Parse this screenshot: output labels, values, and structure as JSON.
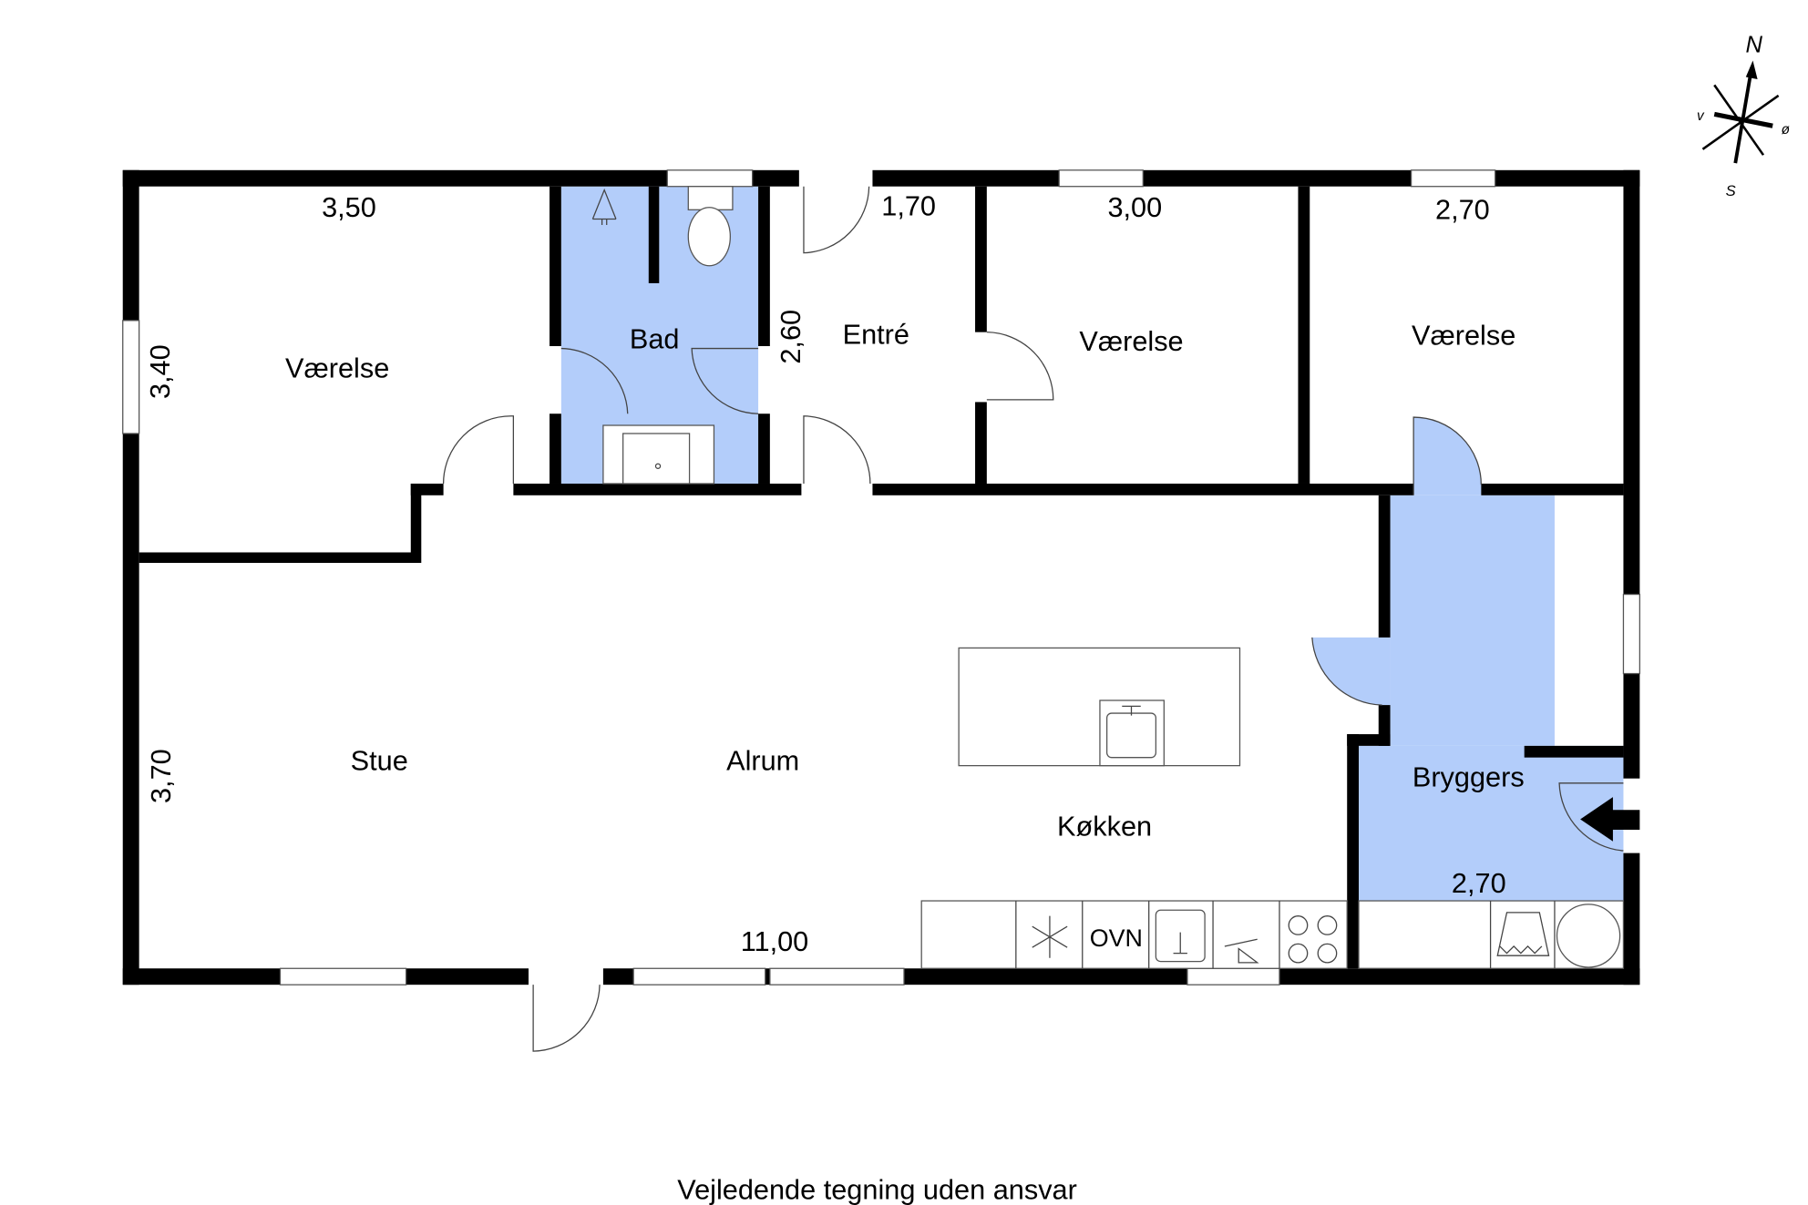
{
  "rooms": {
    "vaerelse_1": "Værelse",
    "bad": "Bad",
    "entre": "Entré",
    "vaerelse_2": "Værelse",
    "vaerelse_3": "Værelse",
    "stue": "Stue",
    "alrum": "Alrum",
    "koekken": "Køkken",
    "bryggers": "Bryggers"
  },
  "dimensions": {
    "vaerelse_1_width": "3,50",
    "vaerelse_1_depth": "3,40",
    "bad_depth": "2,60",
    "entre_width": "1,70",
    "vaerelse_2_width": "3,00",
    "vaerelse_3_width": "2,70",
    "stue_depth": "3,70",
    "total_width": "11,00",
    "bryggers_width": "2,70"
  },
  "fixtures": {
    "oven": "OVN"
  },
  "compass": {
    "north": "N",
    "south": "S",
    "east": "ø",
    "west": "v"
  },
  "colors": {
    "wet_room": "#b3cdfa",
    "wall": "#000000"
  },
  "caption": "Vejledende tegning uden ansvar"
}
